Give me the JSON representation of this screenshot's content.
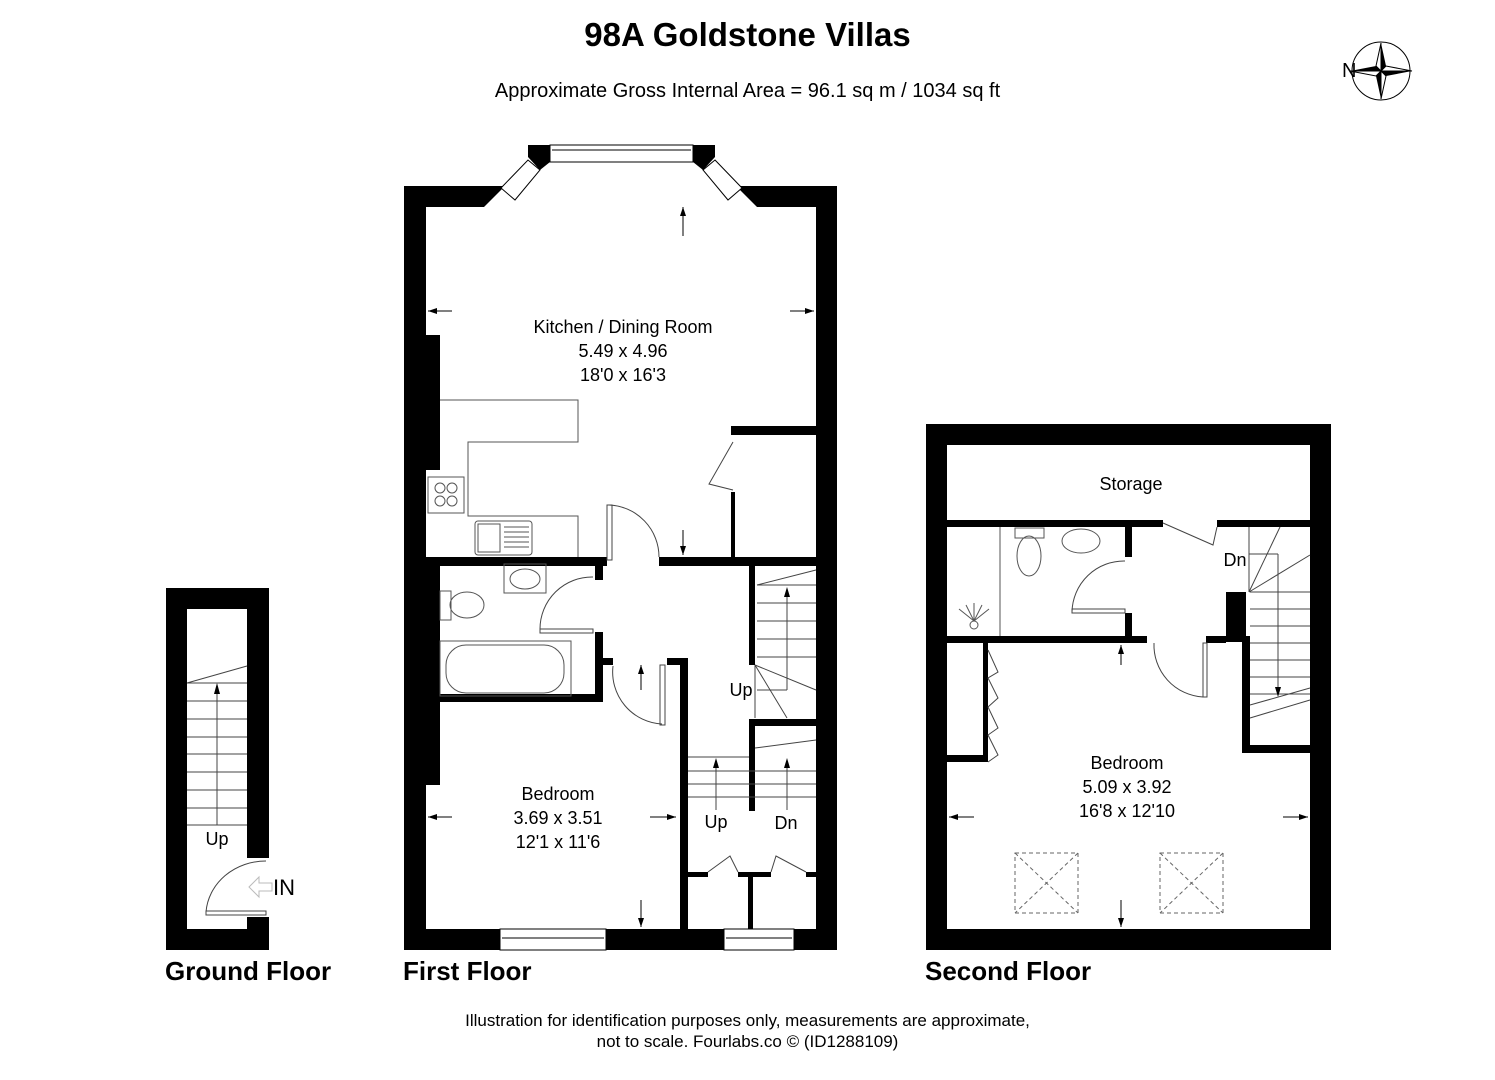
{
  "header": {
    "title": "98A Goldstone Villas",
    "subtitle": "Approximate Gross Internal Area = 96.1 sq m / 1034 sq ft"
  },
  "compass": {
    "label": "N",
    "icon": "compass-rose-icon"
  },
  "floors": {
    "ground": {
      "label": "Ground Floor",
      "annotations": {
        "stairs": "Up",
        "entrance": "IN"
      }
    },
    "first": {
      "label": "First Floor",
      "rooms": [
        {
          "name": "Kitchen / Dining Room",
          "metric": "5.49 x 4.96",
          "imperial": "18'0 x 16'3"
        },
        {
          "name": "Bedroom",
          "metric": "3.69 x 3.51",
          "imperial": "12'1 x 11'6"
        }
      ],
      "annotations": {
        "stairs_up_1": "Up",
        "stairs_up_2": "Up",
        "stairs_dn": "Dn"
      }
    },
    "second": {
      "label": "Second Floor",
      "rooms": [
        {
          "name": "Storage"
        },
        {
          "name": "Bedroom",
          "metric": "5.09 x 3.92",
          "imperial": "16'8 x 12'10"
        }
      ],
      "annotations": {
        "stairs_dn": "Dn"
      }
    }
  },
  "footer": {
    "line1": "Illustration for identification purposes only, measurements are approximate,",
    "line2": "not to scale. Fourlabs.co © (ID1288109)"
  },
  "colors": {
    "wall": "#000000",
    "background": "#ffffff",
    "fixture_line": "#555555"
  }
}
